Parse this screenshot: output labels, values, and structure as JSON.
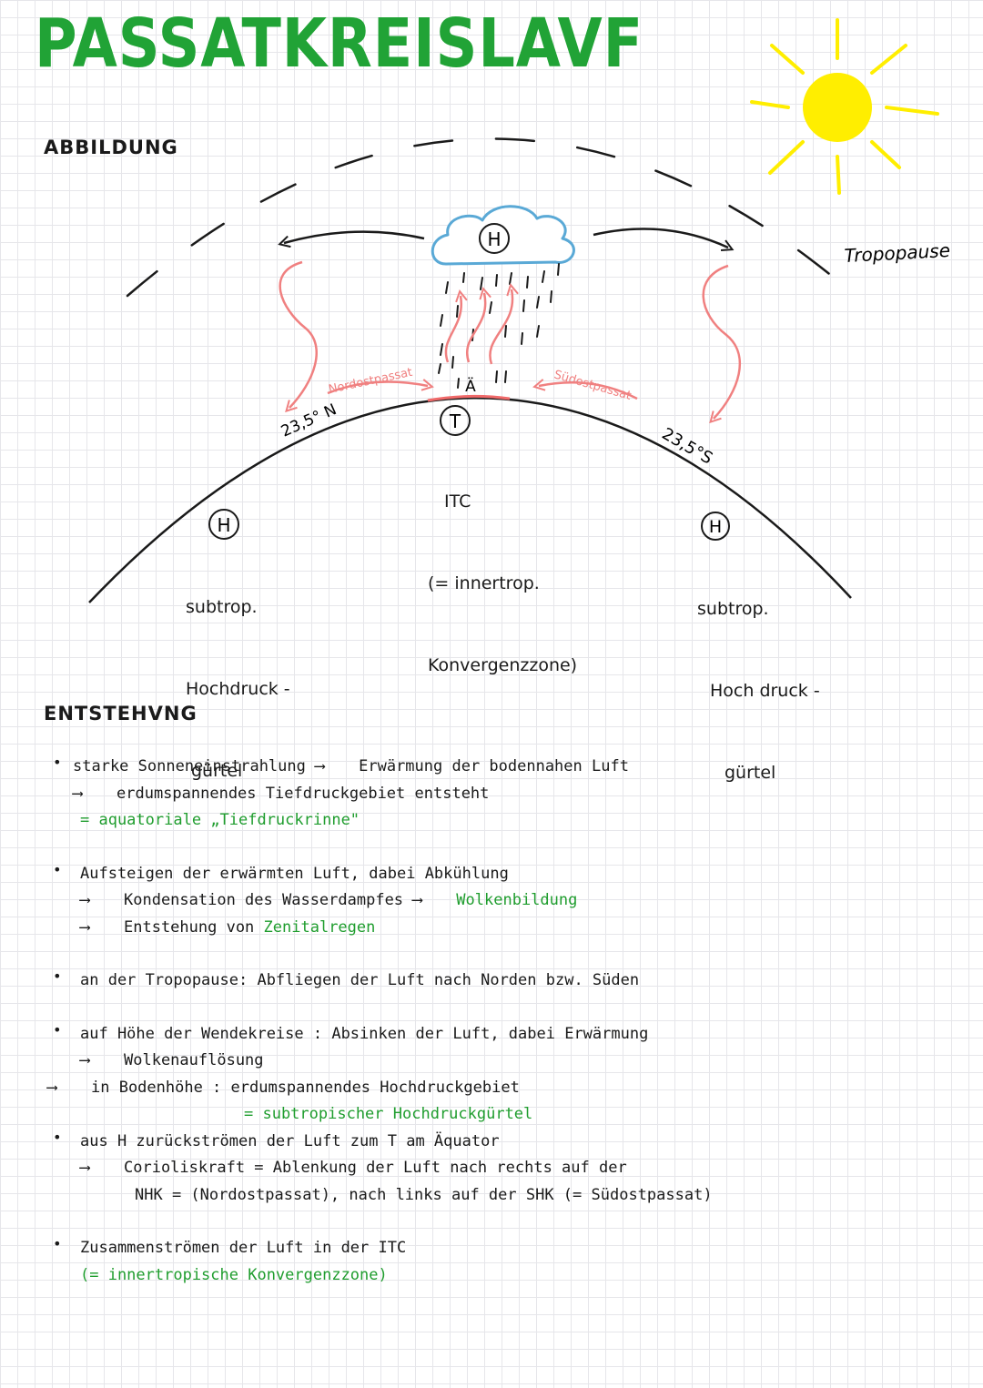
{
  "title": "PASSATKREISLAVF",
  "sections": {
    "figure": "ABBILDUNG",
    "origin": "ENTSTEHVNG"
  },
  "colors": {
    "title": "#21a336",
    "green_text": "#1f9d2e",
    "sun": "#ffee00",
    "cloud": "#5aa9d6",
    "wind": "#f08080"
  },
  "diagram": {
    "tropopause_label": "Tropopause",
    "cloud_symbol": "H",
    "itc_symbol": "T",
    "itc_lines": [
      "ITC",
      "(= innertrop.",
      "Konvergenzzone)"
    ],
    "equator_letter": "Ä",
    "north_lat": "23,5° N",
    "south_lat": "23,5°S",
    "northeast_trade": "Nordostpassat",
    "southeast_trade": "Südostpassat",
    "left_belt_symbol": "H",
    "left_belt_lines": [
      "subtrop.",
      "Hochdruck -",
      "gürtel"
    ],
    "right_belt_symbol": "H",
    "right_belt_lines": [
      "subtrop.",
      "Hoch druck -",
      "gürtel"
    ],
    "icons": [
      "sun-icon",
      "cloud-icon",
      "rain-icon"
    ]
  },
  "notes": {
    "b1": {
      "l1a": "starke Sonneneinstrahlung",
      "l1b": "Erwärmung der bodennahen Luft",
      "l2": "erdumspannendes Tiefdruckgebiet entsteht",
      "l3": "= aquatoriale „Tiefdruckrinne\""
    },
    "b2": {
      "l1": "Aufsteigen der erwärmten Luft, dabei Abkühlung",
      "l2a": "Kondensation des Wasserdampfes",
      "l2b": "Wolkenbildung",
      "l3a": "Entstehung von",
      "l3b": "Zenitalregen"
    },
    "b3": {
      "l1": "an der Tropopause: Abfliegen der Luft nach Norden bzw. Süden"
    },
    "b4": {
      "l1": "auf Höhe der Wendekreise : Absinken der Luft, dabei Erwärmung",
      "l2": "Wolkenauflösung",
      "l3": "in Bodenhöhe : erdumspannendes Hochdruckgebiet",
      "l4": "= subtropischer Hochdruckgürtel"
    },
    "b5": {
      "l1": "aus H zurückströmen der Luft zum T am Äquator",
      "l2": "Corioliskraft = Ablenkung der Luft nach rechts auf der",
      "l3": "NHK = (Nordostpassat), nach links auf der SHK (= Südostpassat)"
    },
    "b6": {
      "l1": "Zusammenströmen der Luft in der ITC",
      "l2": "(= innertropische Konvergenzzone)"
    },
    "arrow": "⟶"
  }
}
